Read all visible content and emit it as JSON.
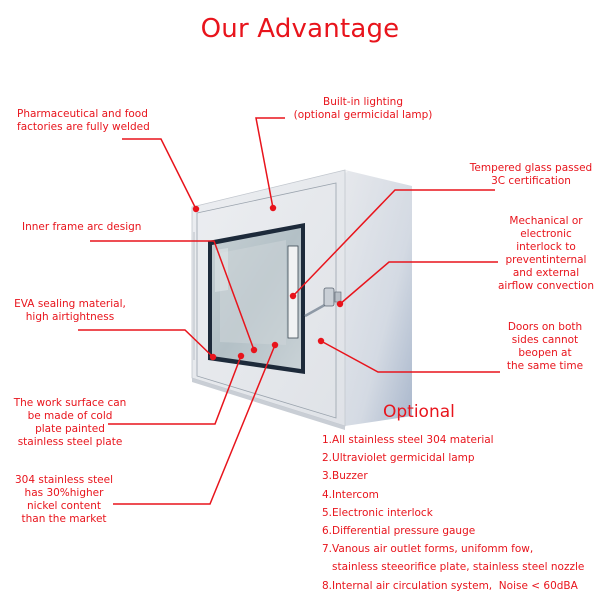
{
  "title": "Our Advantage",
  "accent_color": "#e8141c",
  "callouts": {
    "welded": {
      "line1": "Pharmaceutical and food",
      "line2": "factories are fully welded"
    },
    "lighting": {
      "line1": "Built-in lighting",
      "line2": "(optional germicidal lamp)"
    },
    "glass": {
      "line1": "Tempered glass passed",
      "line2": "3C certification"
    },
    "arc": {
      "line1": "Inner frame arc design"
    },
    "interlock": {
      "line1": "Mechanical or",
      "line2": "electronic",
      "line3": "interlock to",
      "line4": "preventinternal",
      "line5": "and external",
      "line6": "airflow convection"
    },
    "eva": {
      "line1": "EVA sealing material,",
      "line2": "high airtightness"
    },
    "doors": {
      "line1": "Doors on both",
      "line2": "sides cannot",
      "line3": "beopen at",
      "line4": "the same time"
    },
    "work_surface": {
      "line1": "The work surface can",
      "line2": "be made of cold",
      "line3": "plate painted",
      "line4": "stainless steel plate"
    },
    "nickel": {
      "line1": "304 stainless steel",
      "line2": "has 30%higher",
      "line3": "nickel content",
      "line4": "than the market"
    }
  },
  "optional": {
    "title": "Optional",
    "items": [
      "1.All stainless steel 304 material",
      "2.Ultraviolet germicidal lamp",
      "3.Buzzer",
      "4.Intercom",
      "5.Electronic interlock",
      "6.Differential pressure gauge",
      "7.Vanous air outlet forms, unifomm fow,",
      "   stainless steeorifice plate, stainless steel nozzle",
      "8.Internal air circulation system,  Noise < 60dBA"
    ]
  },
  "product": {
    "name": "pass box cabinet",
    "body_color": "#e4e6ea",
    "side_color": "#cfd6e0",
    "glass_color": "#b9c6cc",
    "frame_color": "#1d2a3a"
  }
}
